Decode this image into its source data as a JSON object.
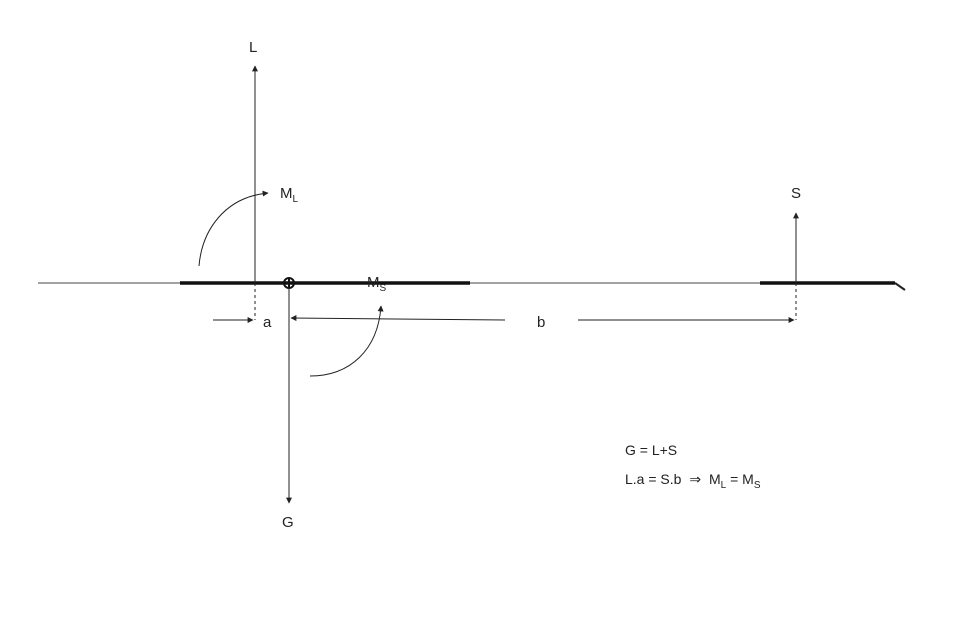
{
  "labels": {
    "lift": "L",
    "moment_l": "M",
    "moment_l_sub": "L",
    "stab": "S",
    "moment_s": "M",
    "moment_s_sub": "S",
    "dist_a": "a",
    "dist_b": "b",
    "weight": "G"
  },
  "equations": {
    "line1": "G = L+S",
    "line2_left": "L.a = S.b",
    "implies_symbol": "⇒",
    "line2_m1": "M",
    "line2_m1_sub": "L",
    "line2_eq": " = ",
    "line2_m2": "M",
    "line2_m2_sub": "S"
  }
}
